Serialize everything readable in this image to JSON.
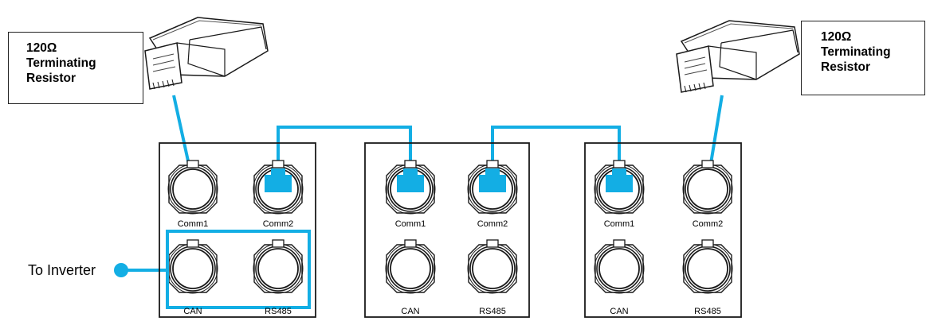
{
  "terminating_resistor": {
    "left": {
      "lines": [
        "120Ω",
        "Terminating",
        "Resistor"
      ]
    },
    "right": {
      "lines": [
        "120Ω",
        "Terminating",
        "Resistor"
      ]
    }
  },
  "inverter_label": "To Inverter",
  "panels": [
    {
      "ports": [
        "Comm1",
        "Comm2",
        "CAN",
        "RS485"
      ]
    },
    {
      "ports": [
        "Comm1",
        "Comm2",
        "CAN",
        "RS485"
      ]
    },
    {
      "ports": [
        "Comm1",
        "Comm2",
        "CAN",
        "RS485"
      ]
    }
  ],
  "colors": {
    "cable": "#13aee4",
    "outline": "#1a1a1a",
    "background": "#ffffff"
  },
  "icons": [
    "rj45-plug-icon",
    "round-connector-icon",
    "rj45-jack-icon"
  ]
}
